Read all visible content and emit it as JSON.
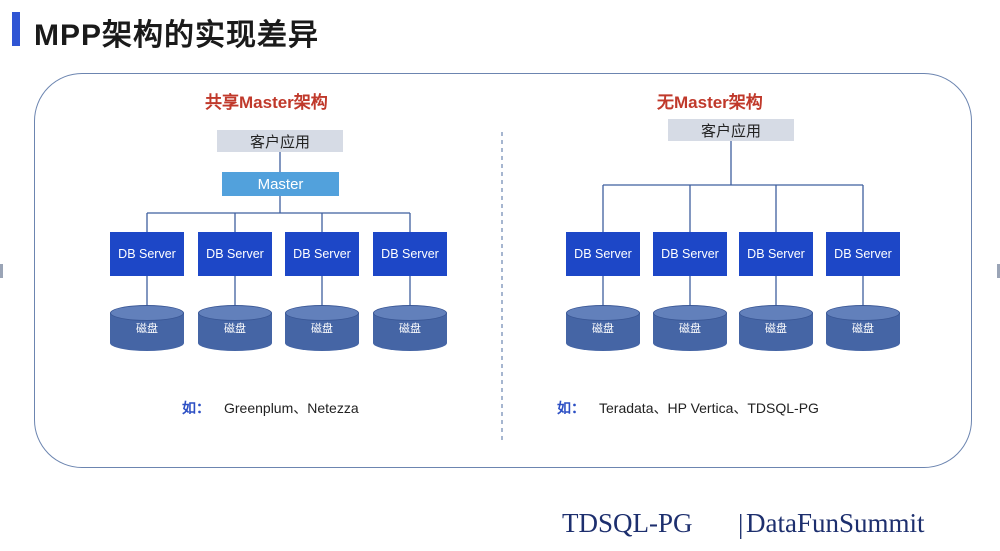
{
  "page_title": "MPP架构的实现差异",
  "shared": {
    "title": "共享Master架构",
    "client": "客户应用",
    "master": "Master",
    "servers": [
      "DB Server",
      "DB Server",
      "DB Server",
      "DB Server"
    ],
    "disks": [
      "磁盘",
      "磁盘",
      "磁盘",
      "磁盘"
    ],
    "example_lead": "如：",
    "example": "Greenplum、Netezza"
  },
  "no_master": {
    "title": "无Master架构",
    "client": "客户应用",
    "servers": [
      "DB Server",
      "DB Server",
      "DB Server",
      "DB Server"
    ],
    "disks": [
      "磁盘",
      "磁盘",
      "磁盘",
      "磁盘"
    ],
    "example_lead": "如：",
    "example": "Teradata、HP Vertica、TDSQL-PG"
  },
  "footer": {
    "left": "TDSQL-PG",
    "separator": "|",
    "right": "DataFunSummit"
  },
  "colors": {
    "accent": "#2f55d4",
    "title_red": "#c0392b",
    "server_blue": "#1d47c7",
    "master_blue": "#52a1dc",
    "client_gray": "#d6dbe5",
    "disk_blue": "#4565a5"
  }
}
